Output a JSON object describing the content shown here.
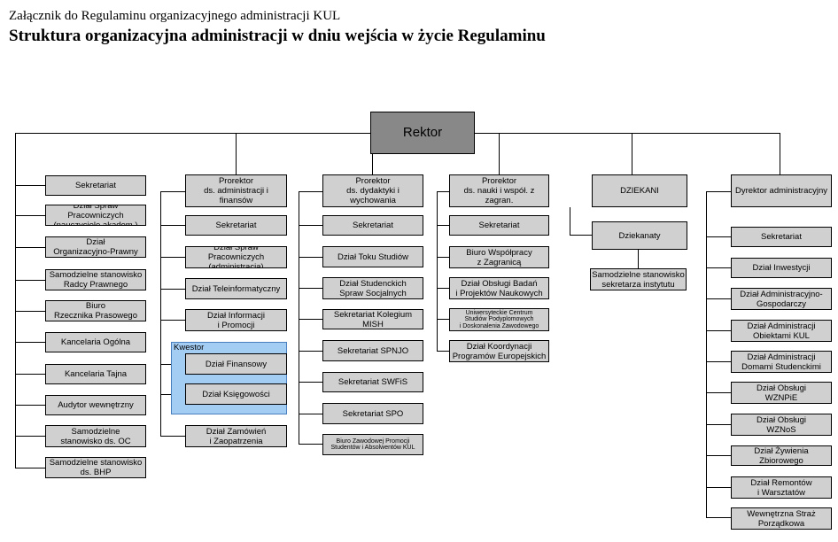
{
  "header": {
    "subtitle": "Załącznik do Regulaminu organizacyjnego administracji KUL",
    "title": "Struktura organizacyjna administracji w dniu wejścia w życie Regulaminu"
  },
  "rektor": {
    "label": "Rektor"
  },
  "col1": {
    "items": [
      "Sekretariat",
      "Dział Spraw Pracowniczych\n(nauczyciele akadem.)",
      "Dział\nOrganizacyjno-Prawny",
      "Samodzielne stanowisko\nRadcy Prawnego",
      "Biuro\nRzecznika Prasowego",
      "Kancelaria Ogólna",
      "Kancelaria Tajna",
      "Audytor wewnętrzny",
      "Samodzielne\nstanowisko ds. OC",
      "Samodzielne stanowisko\nds. BHP"
    ]
  },
  "col2": {
    "head": "Prorektor\nds. administracji i finansów",
    "items": [
      "Sekretariat",
      "Dział Spraw Pracowniczych\n(administracja)",
      "Dział Teleinformatyczny",
      "Dział Informacji\ni Promocji"
    ],
    "kwestor_label": "Kwestor",
    "kwestor_items": [
      "Dział Finansowy",
      "Dział Księgowości"
    ],
    "last_item": "Dział  Zamówień\ni Zaopatrzenia"
  },
  "col3": {
    "head": "Prorektor\nds. dydaktyki i wychowania",
    "items": [
      "Sekretariat",
      "Dział Toku Studiów",
      "Dział Studenckich\nSpraw Socjalnych",
      "Sekretariat Kolegium MISH",
      "Sekretariat SPNJO",
      "Sekretariat SWFiS",
      "Sekretariat SPO",
      "Biuro Zawodowej Promocji\nStudentów i Absolwentów KUL"
    ]
  },
  "col4": {
    "head": "Prorektor\nds. nauki i współ. z zagran.",
    "items": [
      "Sekretariat",
      "Biuro Współpracy\nz Zagranicą",
      "Dział Obsługi Badań\ni Projektów Naukowych",
      "Uniwersyteckie Centrum\nStudiów Podyplomowych\ni Doskonalenia Zawodowego",
      "Dział Koordynacji\nProgramów Europejskich"
    ]
  },
  "col5": {
    "head": "DZIEKANI",
    "items": [
      "Dziekanaty",
      "Samodzielne stanowisko\nsekretarza instytutu"
    ]
  },
  "col6": {
    "head": "Dyrektor administracyjny",
    "items": [
      "Sekretariat",
      "Dział Inwestycji",
      "Dział Administracyjno-\nGospodarczy",
      "Dział Administracji\nObiektami KUL",
      "Dział Administracji\nDomami Studenckimi",
      "Dział Obsługi\nWZNPiE",
      "Dział Obsługi\nWZNoS",
      "Dział Żywienia Zbiorowego",
      "Dział Remontów\ni Warsztatów",
      "Wewnętrzna Straż\nPorządkowa"
    ]
  }
}
